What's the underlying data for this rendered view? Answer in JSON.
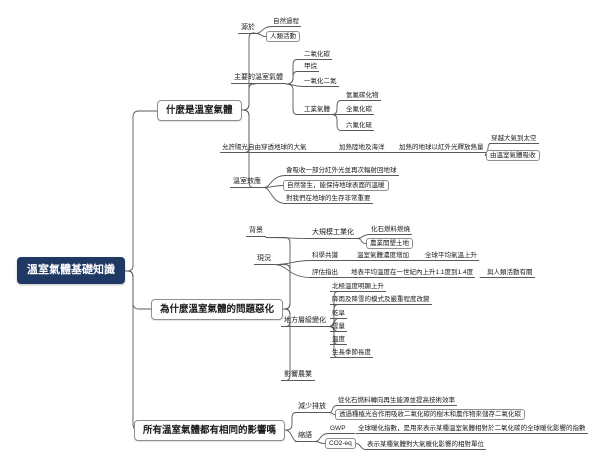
{
  "colors": {
    "root_bg": "#1f3864",
    "root_text": "#ffffff",
    "line": "#5a5a5a",
    "box_border": "#8f8f8f",
    "canvas_bg": "#ffffff"
  },
  "root": {
    "label": "溫室氣體基礎知識"
  },
  "t1": {
    "label": "什麼是溫室氣體",
    "origin": {
      "label": "源於",
      "natural": "自然過程",
      "human": "人類活動"
    },
    "gases": {
      "label": "主要的溫室氣體",
      "co2": "二氧化碳",
      "methane": "甲烷",
      "n2o": "一氧化二氮",
      "industrial": {
        "label": "工業氣體",
        "hfc": "氫氟碳化物",
        "pfc": "全氟化碳",
        "sf6": "六氟化硫"
      }
    },
    "process": {
      "sunlight": "允許陽光自由穿透地球的大氣",
      "heats": "加熱陸地及海洋",
      "infrared": "加熱的地球以紅外光釋放熱量",
      "to_space": "穿越大氣到太空",
      "absorbed": "由溫室氣體吸收"
    },
    "effect": {
      "label": "溫室效應",
      "reradiate": "會吸收一部分紅外光並再次輻射回地球",
      "natural": "自然發生，能保持地球表面的溫暖",
      "survival": "對我們在地球的生存非常重要"
    }
  },
  "t2": {
    "label": "為什麼溫室氣體的問題惡化",
    "background": {
      "label": "背景",
      "industrialization": "大規模工業化",
      "fossil": "化石燃料燃燒",
      "farmland": "農業開墾土地"
    },
    "status": {
      "label": "現況",
      "consensus": "科學共識",
      "concentration": "溫室氣體濃度增加",
      "warming": "全球平均氣溫上升",
      "assessment": "評估指出",
      "century": "地表平均溫度在一世紀內上升1.1度到1.4度",
      "human": "與人類活動有關"
    },
    "local": {
      "label": "地方層級變化",
      "arctic": "北極溫度明顯上升",
      "precipitation": "降雨及降雪的模式及嚴重程度改變",
      "drought": "乾旱",
      "cloud": "雲量",
      "temperature": "溫度",
      "season": "生長季節長度"
    },
    "agriculture": "影響農業"
  },
  "t3": {
    "label": "所有溫室氣體都有相同的影響嗎",
    "reduce": {
      "label": "減少排放",
      "renewable": "從化石燃料轉向再生能源並提高技術效率",
      "plants": "透過種植光合作用吸收二氧化碳的樹木和農作物來儲存二氧化碳"
    },
    "abbr": {
      "label": "縮語",
      "gwp": "GWP",
      "gwp_def": "全球暖化指數，是用來表示某種溫室氣體相對於二氧化碳的全球暖化影響的指數",
      "co2eq": "CO2-eq",
      "co2eq_def": "表示某種氣體對大氣暖化影響的相對單位"
    }
  }
}
